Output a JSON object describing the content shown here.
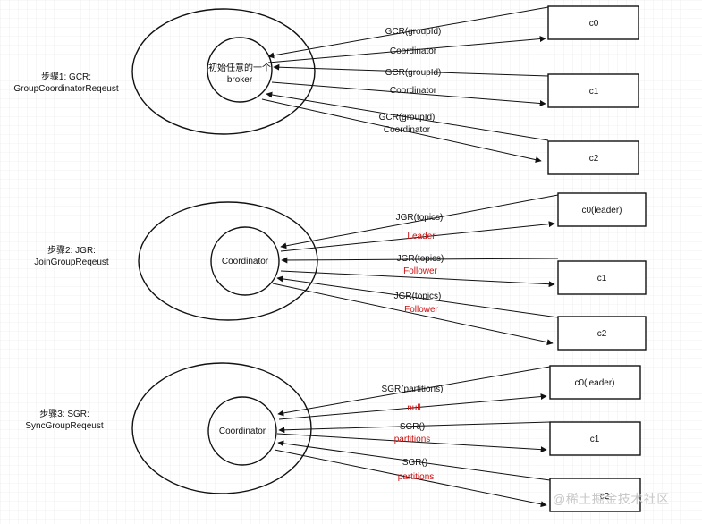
{
  "steps": [
    {
      "label_line1": "步骤1: GCR:",
      "label_line2": "GroupCoordinatorReqeust",
      "center_line1": "初始任意的一个",
      "center_line2": "broker",
      "clients": [
        "c0",
        "c1",
        "c2"
      ],
      "arrows": [
        {
          "request": "GCR(groupId)",
          "response": "Coordinator"
        },
        {
          "request": "GCR(groupId)",
          "response": "Coordinator"
        },
        {
          "request": "GCR(groupId)",
          "response": "Coordinator"
        }
      ]
    },
    {
      "label_line1": "步骤2: JGR:",
      "label_line2": "JoinGroupReqeust",
      "center_line1": "Coordinator",
      "center_line2": "",
      "clients": [
        "c0(leader)",
        "c1",
        "c2"
      ],
      "arrows": [
        {
          "request": "JGR(topics)",
          "response": "Leader"
        },
        {
          "request": "JGR(topics)",
          "response": "Follower"
        },
        {
          "request": "JGR(topics)",
          "response": "Follower"
        }
      ]
    },
    {
      "label_line1": "步骤3: SGR:",
      "label_line2": "SyncGroupReqeust",
      "center_line1": "Coordinator",
      "center_line2": "",
      "clients": [
        "c0(leader)",
        "c1",
        "c2"
      ],
      "arrows": [
        {
          "request": "SGR(partitions)",
          "response": "null"
        },
        {
          "request": "SGR()",
          "response": "partitions"
        },
        {
          "request": "SGR()",
          "response": "partitions"
        }
      ]
    }
  ],
  "watermark": "@稀土掘金技术社区",
  "colors": {
    "grid": "#e4e4e4",
    "line": "#111111",
    "text": "#111111",
    "response_red": "#cc1111"
  }
}
